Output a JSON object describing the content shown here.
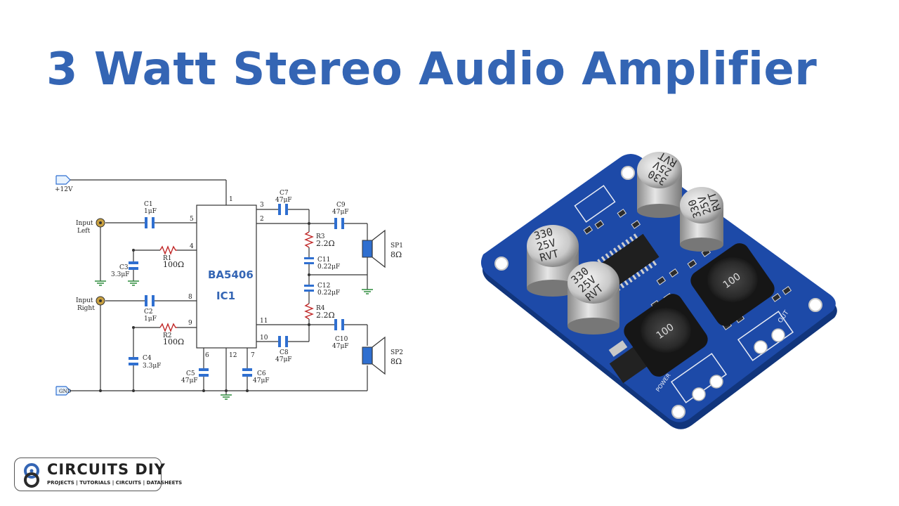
{
  "title": "3 Watt Stereo Audio Amplifier",
  "schematic": {
    "supply_label": "+12V",
    "ground_label": "GND",
    "ic": {
      "part": "BA5406",
      "ref": "IC1"
    },
    "pins": [
      "1",
      "2",
      "3",
      "4",
      "5",
      "6",
      "7",
      "8",
      "9",
      "10",
      "11",
      "12"
    ],
    "inputs": {
      "left_1": "Input",
      "left_2": "Left",
      "right_1": "Input",
      "right_2": "Right"
    },
    "components": {
      "c1": {
        "ref": "C1",
        "val": "1μF"
      },
      "c2": {
        "ref": "C2",
        "val": "1μF"
      },
      "c3": {
        "ref": "C3",
        "val": "3.3μF"
      },
      "c4": {
        "ref": "C4",
        "val": "3.3μF"
      },
      "c5": {
        "ref": "C5",
        "val": "47μF"
      },
      "c6": {
        "ref": "C6",
        "val": "47μF"
      },
      "c7": {
        "ref": "C7",
        "val": "47μF"
      },
      "c8": {
        "ref": "C8",
        "val": "47μF"
      },
      "c9": {
        "ref": "C9",
        "val": "47μF"
      },
      "c10": {
        "ref": "C10",
        "val": "47μF"
      },
      "c11": {
        "ref": "C11",
        "val": "0.22μF"
      },
      "c12": {
        "ref": "C12",
        "val": "0.22μF"
      },
      "r1": {
        "ref": "R1",
        "val": "100Ω"
      },
      "r2": {
        "ref": "R2",
        "val": "100Ω"
      },
      "r3": {
        "ref": "R3",
        "val": "2.2Ω"
      },
      "r4": {
        "ref": "R4",
        "val": "2.2Ω"
      },
      "sp1": {
        "ref": "SP1",
        "val": "8Ω"
      },
      "sp2": {
        "ref": "SP2",
        "val": "8Ω"
      }
    }
  },
  "board": {
    "cap_lines": [
      "330",
      "25V",
      "RVT"
    ],
    "inductor_value": "100",
    "silk": {
      "out": "OUT",
      "power": "POWER"
    }
  },
  "logo": {
    "name": "CIRCUITS DIY",
    "tagline": "PROJECTS | TUTORIALS | CIRCUITS | DATASHEETS"
  },
  "colors": {
    "title": "#3465b4",
    "pcb": "#1d4aa8",
    "component_blue": "#2f6fd0"
  }
}
